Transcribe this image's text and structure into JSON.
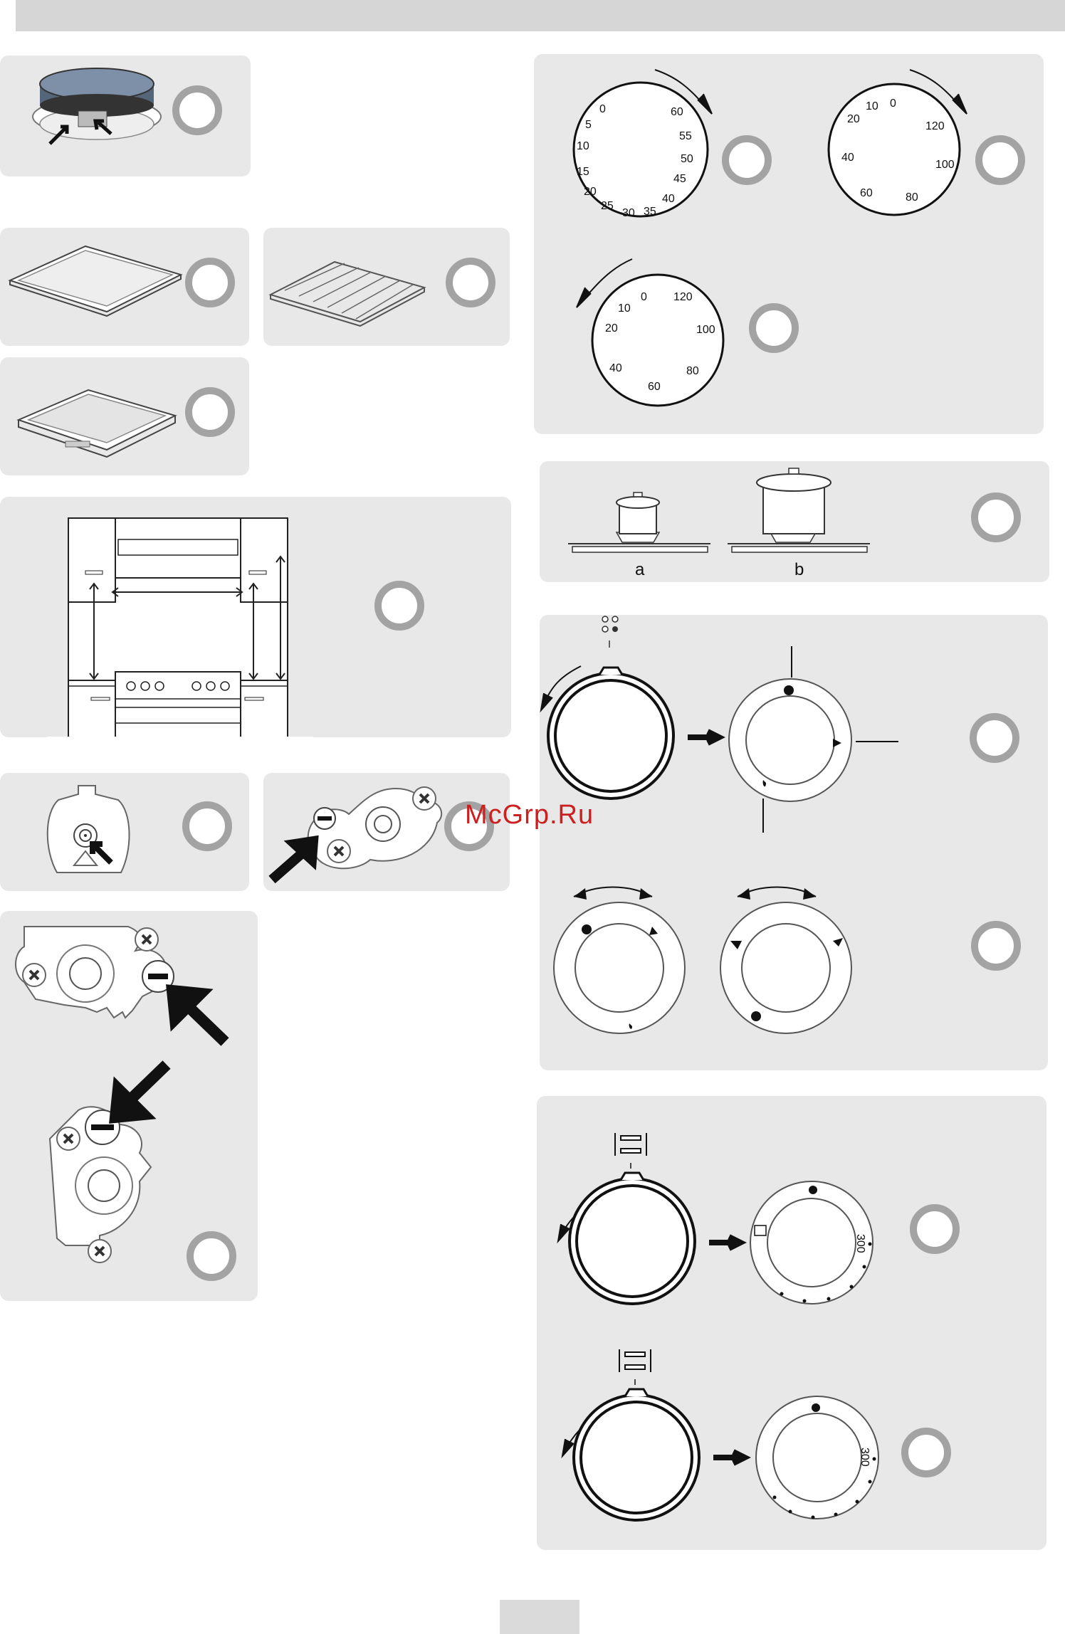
{
  "watermark": "McGrp.Ru",
  "pot_labels": {
    "a": "a",
    "b": "b"
  },
  "timer_dial": [
    "0",
    "5",
    "10",
    "15",
    "20",
    "25",
    "30",
    "35",
    "40",
    "45",
    "50",
    "55",
    "60"
  ],
  "thermostat_dial": [
    "20",
    "10",
    "0",
    "120",
    "100",
    "80",
    "60",
    "40"
  ],
  "temp_dial": {
    "max": "300"
  },
  "colors": {
    "panel": "#e8e8e8",
    "ring": "#a3a3a3",
    "ink": "#111111",
    "watermark": "#cc1f1f"
  }
}
